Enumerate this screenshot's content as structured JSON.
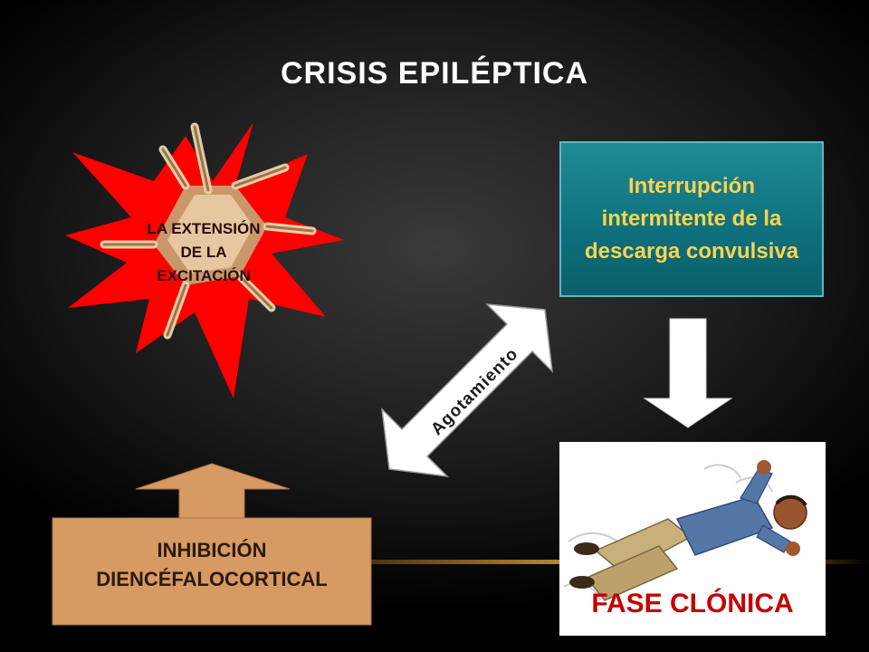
{
  "title": "CRISIS EPILÉPTICA",
  "star": {
    "line1": "LA EXTENSIÓN",
    "line2": "DE LA",
    "line3": "EXCITACIÓN",
    "color": "#ff0000"
  },
  "interrupt_box": {
    "line1": "Interrupción",
    "line2": "intermitente de la",
    "line3": "descarga convulsiva",
    "color": "#0e6f7c",
    "text_color": "#ffd34d"
  },
  "double_arrow": {
    "label": "Agotamiento"
  },
  "clonic": {
    "label": "FASE CLÓNICA",
    "label_color": "#c40000"
  },
  "inhibition": {
    "line1": "INHIBICIÓN",
    "line2": "DIENCÉFALOCORTICAL",
    "color": "#d79a62"
  }
}
